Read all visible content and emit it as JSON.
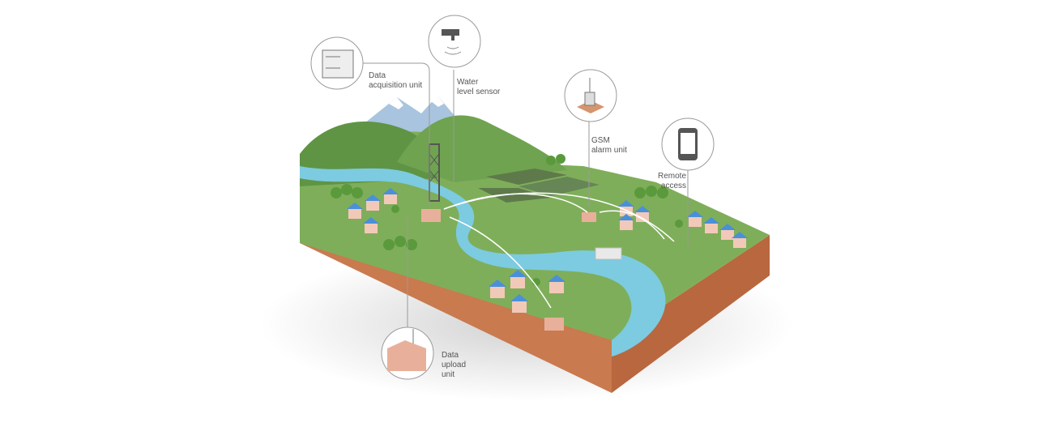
{
  "labels": {
    "data_acquisition": "Data\nacquisition unit",
    "water_level": "Water\nlevel sensor",
    "gsm_alarm": "GSM\nalarm unit",
    "remote_access": "Remote\naccess",
    "data_upload": "Data\nupload\nunit"
  },
  "colors": {
    "grass": "#7fae5a",
    "grass_dark": "#5f9444",
    "soil_front": "#c97a4f",
    "soil_side": "#b8673f",
    "water": "#7ccbe0",
    "roof": "#4a90d9",
    "house_wall": "#f2c9b8",
    "mountain": "#a9c4de",
    "callout_line": "#9a9a9a"
  }
}
